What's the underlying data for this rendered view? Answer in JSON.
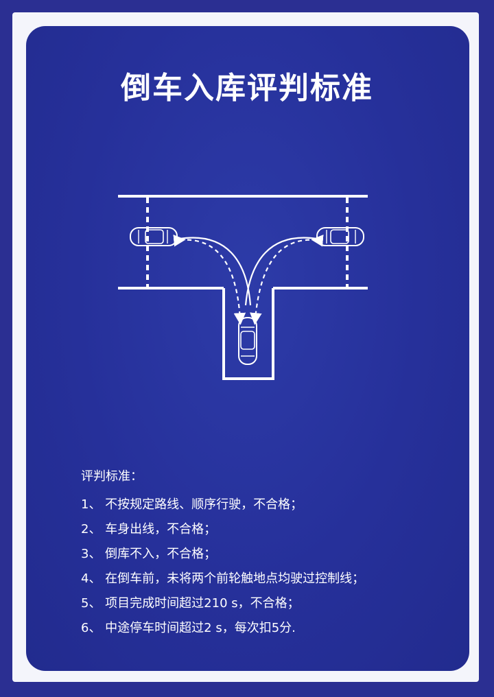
{
  "title": "倒车入库评判标准",
  "criteria": {
    "heading": "评判标准：",
    "items": [
      "1、 不按规定路线、顺序行驶，不合格；",
      "2、 车身出线，不合格；",
      "3、 倒库不入，不合格；",
      "4、 在倒车前，未将两个前轮触地点均驶过控制线；",
      "5、 项目完成时间超过210 s，不合格；",
      "6、 中途停车时间超过2 s，每次扣5分."
    ]
  },
  "colors": {
    "panel_blue": "#26309a",
    "frame_white": "#f4f5fb",
    "text": "#ffffff"
  }
}
